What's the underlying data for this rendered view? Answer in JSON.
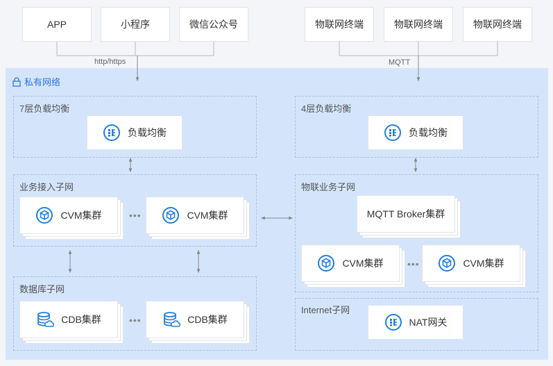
{
  "clients_left": [
    "APP",
    "小程序",
    "微信公众号"
  ],
  "clients_right": [
    "物联网终端",
    "物联网终端",
    "物联网终端"
  ],
  "protocol_left": "http/https",
  "protocol_right": "MQTT",
  "vpc_title": "私有网络",
  "zones": {
    "l7": {
      "title": "7层负载均衡",
      "card": "负载均衡"
    },
    "l4": {
      "title": "4层负载均衡",
      "card": "负载均衡"
    },
    "business": {
      "title": "业务接入子网",
      "cards": [
        "CVM集群",
        "CVM集群"
      ],
      "dots": "•••"
    },
    "iot": {
      "title": "物联业务子网",
      "broker": "MQTT Broker集群",
      "cards": [
        "CVM集群",
        "CVM集群"
      ],
      "dots": "•••"
    },
    "db": {
      "title": "数据库子网",
      "cards": [
        "CDB集群",
        "CDB集群"
      ],
      "dots": "•••"
    },
    "internet": {
      "title": "Internet子网",
      "card": "NAT网关"
    }
  },
  "colors": {
    "accent": "#1f7fe0",
    "vpc_bg": "#d4e5fb",
    "zone_border": "#a6bfe1",
    "arrow": "#888888"
  },
  "icons": {
    "load_balancer": "load-balancer-icon",
    "cvm": "cvm-icon",
    "cdb": "cdb-icon",
    "nat": "nat-gateway-icon",
    "vpc": "lock-icon"
  }
}
